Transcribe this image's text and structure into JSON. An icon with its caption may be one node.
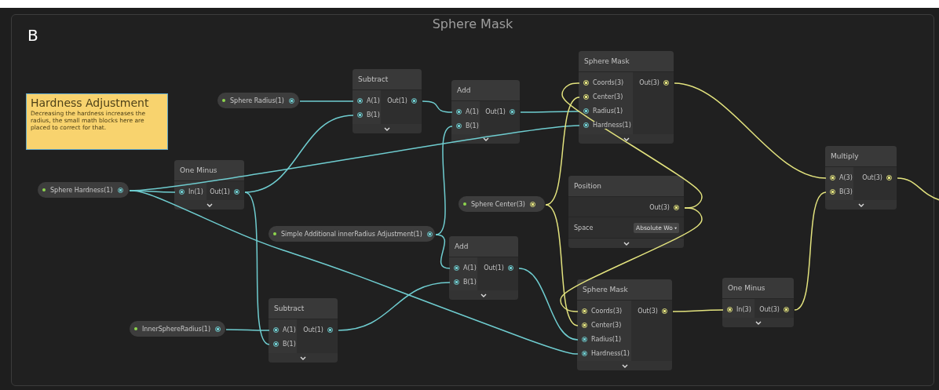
{
  "diagram": {
    "nodes": [
      {
        "text": [
          "Sphere Mask"
        ]
      },
      {
        "text": [
          "Hardness Adjustment",
          "Decreasing the hardness increases the radius, the small math blocks here are placed to correct for that."
        ],
        "in": 0
      },
      {
        "text": [
          "Sphere Radius(1)"
        ],
        "in": 0
      },
      {
        "text": [
          "Sphere Hardness(1)"
        ],
        "in": 0
      },
      {
        "text": [
          "Simple Additional innerRadius Adjustment(1)"
        ],
        "in": 0
      },
      {
        "text": [
          "InnerSphereRadius(1)"
        ],
        "in": 0
      },
      {
        "text": [
          "Sphere Center(3)"
        ],
        "in": 0
      },
      {
        "text": [
          "Subtract"
        ],
        "in": 0
      },
      {
        "text": [
          "A(1)"
        ],
        "in": 7
      },
      {
        "text": [
          "B(1)"
        ],
        "in": 7
      },
      {
        "text": [
          "Out(1)"
        ],
        "in": 7
      },
      {
        "text": [
          "One Minus"
        ],
        "in": 0
      },
      {
        "text": [
          "In(1)"
        ],
        "in": 11
      },
      {
        "text": [
          "Out(1)"
        ],
        "in": 11
      },
      {
        "text": [
          "Add"
        ],
        "in": 0
      },
      {
        "text": [
          "A(1)"
        ],
        "in": 14
      },
      {
        "text": [
          "B(1)"
        ],
        "in": 14
      },
      {
        "text": [
          "Out(1)"
        ],
        "in": 14
      },
      {
        "text": [
          "Subtract"
        ],
        "in": 0
      },
      {
        "text": [
          "A(1)"
        ],
        "in": 18
      },
      {
        "text": [
          "B(1)"
        ],
        "in": 18
      },
      {
        "text": [
          "Out(1)"
        ],
        "in": 18
      },
      {
        "text": [
          "Add"
        ],
        "in": 0
      },
      {
        "text": [
          "A(1)"
        ],
        "in": 22
      },
      {
        "text": [
          "B(1)"
        ],
        "in": 22
      },
      {
        "text": [
          "Out(1)"
        ],
        "in": 22
      },
      {
        "text": [
          "Sphere Mask"
        ],
        "in": 0
      },
      {
        "text": [
          "Coords(3)"
        ],
        "in": 26
      },
      {
        "text": [
          "Center(3)"
        ],
        "in": 26
      },
      {
        "text": [
          "Radius(1)"
        ],
        "in": 26
      },
      {
        "text": [
          "Hardness(1)"
        ],
        "in": 26
      },
      {
        "text": [
          "Out(3)"
        ],
        "in": 26
      },
      {
        "text": [
          "Position",
          "Space",
          "Absolute Wo"
        ],
        "in": 0
      },
      {
        "text": [
          "Out(3)"
        ],
        "in": 32
      },
      {
        "text": [
          "Sphere Mask"
        ],
        "in": 0
      },
      {
        "text": [
          "Coords(3)"
        ],
        "in": 34
      },
      {
        "text": [
          "Center(3)"
        ],
        "in": 34
      },
      {
        "text": [
          "Radius(1)"
        ],
        "in": 34
      },
      {
        "text": [
          "Hardness(1)"
        ],
        "in": 34
      },
      {
        "text": [
          "Out(3)"
        ],
        "in": 34
      },
      {
        "text": [
          "One Minus"
        ],
        "in": 0
      },
      {
        "text": [
          "In(3)"
        ],
        "in": 40
      },
      {
        "text": [
          "Out(3)"
        ],
        "in": 40
      },
      {
        "text": [
          "Multiply"
        ],
        "in": 0
      },
      {
        "text": [
          "A(3)"
        ],
        "in": 43
      },
      {
        "text": [
          "B(3)"
        ],
        "in": 43
      },
      {
        "text": [
          "Out(3)"
        ],
        "in": 43
      }
    ],
    "edges": [
      {
        "from": 2,
        "to": 8,
        "arrow": "none"
      },
      {
        "from": 13,
        "to": 9,
        "arrow": "none"
      },
      {
        "from": 10,
        "to": 15,
        "arrow": "none"
      },
      {
        "from": 4,
        "to": 16,
        "arrow": "none"
      },
      {
        "from": 17,
        "to": 29,
        "arrow": "none"
      },
      {
        "from": 3,
        "to": 30,
        "arrow": "none"
      },
      {
        "from": 3,
        "to": 12,
        "arrow": "none"
      },
      {
        "from": 13,
        "to": 20,
        "arrow": "none"
      },
      {
        "from": 5,
        "to": 19,
        "arrow": "none"
      },
      {
        "from": 4,
        "to": 23,
        "arrow": "none"
      },
      {
        "from": 21,
        "to": 24,
        "arrow": "none"
      },
      {
        "from": 25,
        "to": 37,
        "arrow": "none"
      },
      {
        "from": 3,
        "to": 38,
        "arrow": "none"
      },
      {
        "from": 6,
        "to": 28,
        "arrow": "none",
        "color": "#e3e37e"
      },
      {
        "from": 6,
        "to": 36,
        "arrow": "none",
        "color": "#e3e37e"
      },
      {
        "from": 33,
        "to": 27,
        "arrow": "none",
        "color": "#e3e37e"
      },
      {
        "from": 33,
        "to": 35,
        "arrow": "none",
        "color": "#e3e37e"
      },
      {
        "from": 31,
        "to": 44,
        "arrow": "none",
        "color": "#e3e37e"
      },
      {
        "from": 39,
        "to": 41,
        "arrow": "none",
        "color": "#e3e37e"
      },
      {
        "from": 42,
        "to": 45,
        "arrow": "none",
        "color": "#e3e37e"
      },
      {
        "from": 46,
        "to": null,
        "arrow": "none",
        "color": "#e3e37e"
      }
    ],
    "labels": [
      "B"
    ]
  }
}
